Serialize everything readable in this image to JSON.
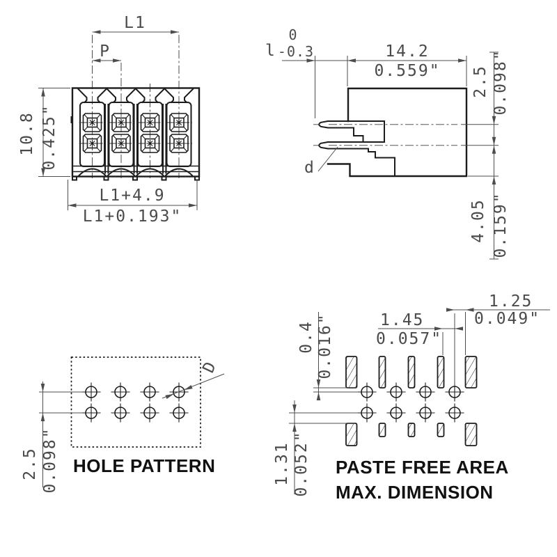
{
  "front": {
    "dim_l1": "L1",
    "dim_p": "P",
    "height_mm": "10.8",
    "height_in": "0.425\"",
    "width_mm": "L1+4.9",
    "width_in": "L1+0.193\""
  },
  "side": {
    "pin_len_label": "l",
    "tol_top": "0",
    "tol_bottom": "-0.3",
    "width_mm": "14.2",
    "width_in": "0.559\"",
    "row_pitch_mm": "2.5",
    "row_pitch_in": "0.098\"",
    "tail_mm": "4.05",
    "tail_in": "0.159\"",
    "pin_dia_label": "d"
  },
  "hole_pattern": {
    "caption": "HOLE PATTERN",
    "row_pitch_mm": "2.5",
    "row_pitch_in": "0.098\"",
    "dia_label": "D"
  },
  "paste_free": {
    "caption_line1": "PASTE FREE AREA",
    "caption_line2": "MAX. DIMENSION",
    "gap_a_mm": "1.45",
    "gap_a_in": "0.057\"",
    "gap_b_mm": "1.25",
    "gap_b_in": "0.049\"",
    "gap_c_mm": "0.4",
    "gap_c_in": "0.016\"",
    "gap_d_mm": "1.31",
    "gap_d_in": "0.052\""
  },
  "colors": {
    "outline": "#1c1c1c",
    "dimension": "#4d4d4d",
    "caption": "#111111",
    "background": "#ffffff"
  }
}
